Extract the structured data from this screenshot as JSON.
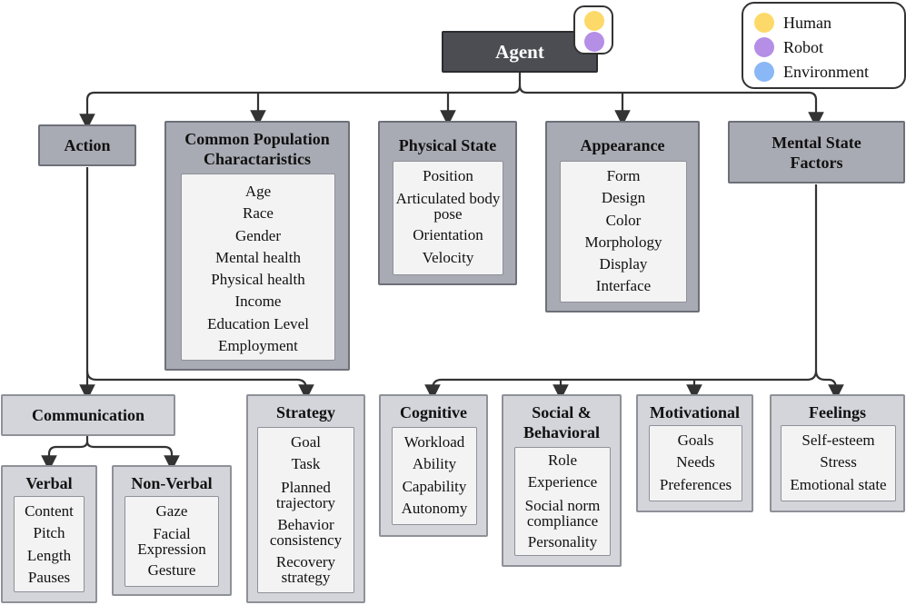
{
  "colors": {
    "human": "#fdd96a",
    "robot": "#b58ee6",
    "environment": "#8ab7f5"
  },
  "legend": {
    "items": [
      {
        "label": "Human",
        "color": "#fdd96a"
      },
      {
        "label": "Robot",
        "color": "#b58ee6"
      },
      {
        "label": "Environment",
        "color": "#8ab7f5"
      }
    ]
  },
  "agent": {
    "title": "Agent",
    "badge_colors": [
      "#fdd96a",
      "#b58ee6"
    ]
  },
  "action": {
    "title": "Action"
  },
  "population": {
    "title": "Common Population Charactaristics",
    "items": [
      "Age",
      "Race",
      "Gender",
      "Mental health",
      "Physical health",
      "Income",
      "Education Level",
      "Employment"
    ]
  },
  "physical_state": {
    "title": "Physical State",
    "items": [
      "Position",
      "Articulated body pose",
      "Orientation",
      "Velocity"
    ]
  },
  "appearance": {
    "title": "Appearance",
    "items": [
      "Form",
      "Design",
      "Color",
      "Morphology",
      "Display",
      "Interface"
    ]
  },
  "mental_state": {
    "title": "Mental State Factors"
  },
  "communication": {
    "title": "Communication"
  },
  "verbal": {
    "title": "Verbal",
    "items": [
      "Content",
      "Pitch",
      "Length",
      "Pauses"
    ]
  },
  "nonverbal": {
    "title": "Non-Verbal",
    "items": [
      "Gaze",
      "Facial Expression",
      "Gesture"
    ]
  },
  "strategy": {
    "title": "Strategy",
    "items": [
      "Goal",
      "Task",
      "Planned trajectory",
      "Behavior consistency",
      "Recovery strategy"
    ]
  },
  "cognitive": {
    "title": "Cognitive",
    "items": [
      "Workload",
      "Ability",
      "Capability",
      "Autonomy"
    ]
  },
  "social": {
    "title": "Social & Behavioral",
    "items": [
      "Role",
      "Experience",
      "Social norm compliance",
      "Personality"
    ]
  },
  "motivational": {
    "title": "Motivational",
    "items": [
      "Goals",
      "Needs",
      "Preferences"
    ]
  },
  "feelings": {
    "title": "Feelings",
    "items": [
      "Self-esteem",
      "Stress",
      "Emotional state"
    ]
  }
}
